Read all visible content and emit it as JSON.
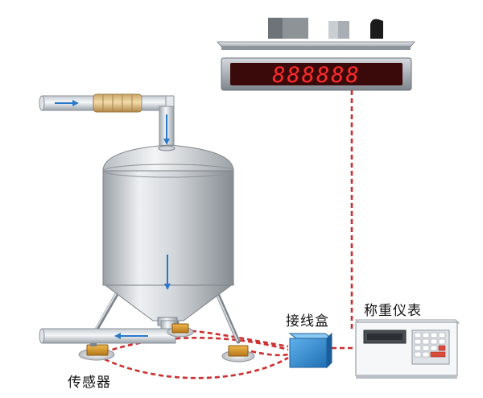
{
  "display": {
    "digits": "888888"
  },
  "labels": {
    "sensor": "传感器",
    "junction_box": "接线盒",
    "indicator": "称重仪表"
  },
  "colors": {
    "signal_line": "#cc2f2f",
    "display_digits": "#ff2b2b",
    "display_face": "#3a0a0a",
    "junction_box": "#2e8ad0",
    "load_cell": "#d99a2b",
    "flow_arrow": "#2a78c8",
    "keypad_accent": "#d94a3a"
  },
  "icons": [
    "flow-arrow-icon",
    "load-cell-icon",
    "keypad-icon"
  ]
}
